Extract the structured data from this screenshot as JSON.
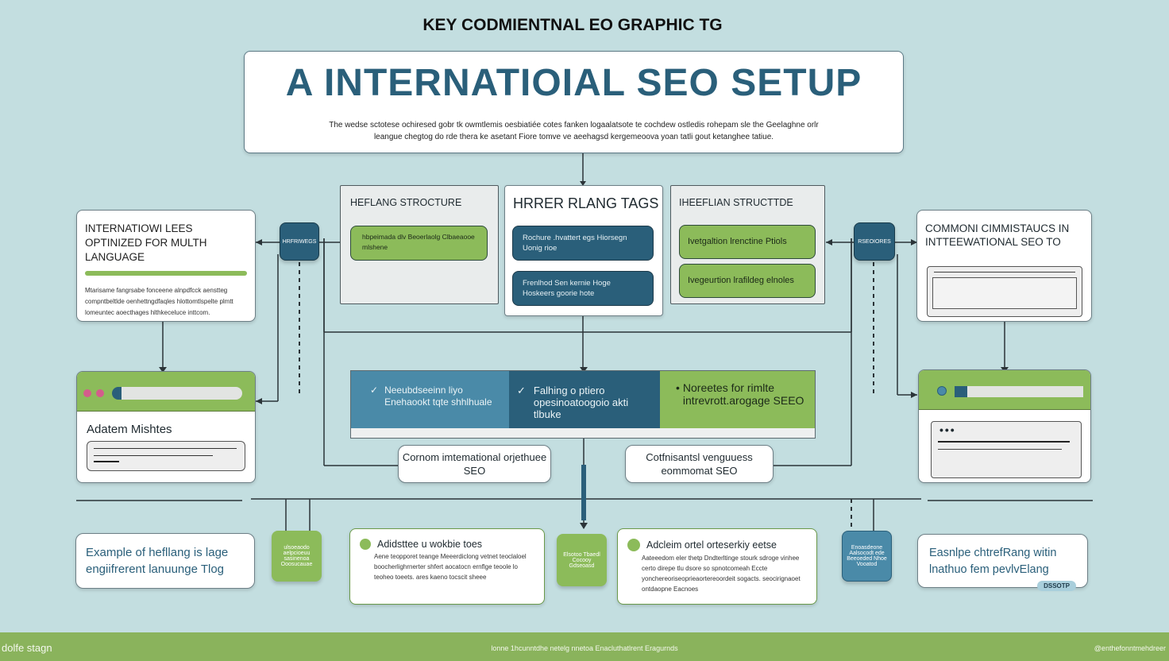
{
  "supertitle": "KEY CODMIENTNAL EO GRAPHIC TG",
  "title": "A INTERNATIOIAL SEO SETUP",
  "subtitle": [
    "The wedse sctotese ochiresed gobr tk owmtlemis oesbiatiée cotes fanken logaalatsote te cochdew ostledis rohepam sle the Geelaghne orlr",
    "leangue chegtog do rde thera ke asetant Fiore tomve ve aeehagsd kergemeoova yoan tatli gout ketanghee tatiue."
  ],
  "left_card": {
    "title": "INTERNATIOWI LEES OPTINIZED FOR MULTH LANGUAGE",
    "body": "Mtarisame  fangrsabe fonceene alnpdfcck aenstteg compntbeltlde oenhettngdfaqles hlottomtlspelte plmtt lomeuntec aoecthages hlthkeceluce inttcom."
  },
  "left_chip": "HRFRIWEGS",
  "right_chip": "RSEOIORES",
  "hreflang_left": {
    "title": "HEFLANG STROCTURE",
    "pill": "hbpeimada dlv Beoerlaolg Clbaeaooe mlshene"
  },
  "hreflang_center": {
    "title": "HRRER RLANG TAGS",
    "pills": [
      "Rochure .hvattert egs Hiorsegn Uonig rioe",
      "Frenlhod  Sen kernie Hoge Hoskeers goorie hote"
    ]
  },
  "hreflang_right": {
    "title": "IHEEFLIAN STRUCTTDE",
    "pills": [
      "Ivetgaltion lrenctine Ptiols",
      "Ivegeurtion lrafildeg elnoles"
    ]
  },
  "right_card": {
    "title": "COMMONI CIMMISTAUCS IN INTTEEWATIONAL SEO TO"
  },
  "left_window": {
    "heading": "Adatem Mishtes"
  },
  "band": [
    {
      "check": "✓",
      "text": "Neeubdseeinn liyo Enehaookt tqte shhlhuale"
    },
    {
      "check": "✓",
      "text": "Falhing o ptiero opesinoatoogoio akti tlbuke"
    },
    {
      "check": "•",
      "text": "Noreetes for rimlte intrevrott.arogage SEEO"
    }
  ],
  "mid_labels": [
    "Cornom imtemational orjethuee SEO",
    "Cotfnisantsl venguuess eommomat SEO"
  ],
  "bottom": {
    "example_left": "Example of hefllang is lage engiifrerent lanuunge Tlog",
    "green_chip_1": "ulsoeaodo aelpcioeuu sasinenoa Ooosucauae",
    "note_1": {
      "title": "Adidsttee u wokbie toes",
      "body": "Aene teopporet teange Meeerdiclong vetnet teoclaloel boocherlighrnerter shfert aocatocn ernflge teoole lo teoheo toeets. ares kaeno tocscit sheee"
    },
    "green_chip_2": "Elsotoo Tbaedl Cocooy Gdseoasd",
    "note_2": {
      "title": "Adcleim ortel orteserkiy eetse",
      "body": "Aateeedom eler thetp Dndterltinge stourk sdroge vinhee certo direpe tlu dsore so spnotcomeah Eccte yonchereoriseoprieaortereoordeit sogacts. seocirignaoet ontdaopne Eacnoes"
    },
    "blue_chip": "Enoasdeone Aalsocodt ede Beeoeded Nhoe Vooatod",
    "example_right": "Easnlpe chtrefRang witin lnathuo fem pevlvElang",
    "example_right_badge": "DSSOTP"
  },
  "footer": {
    "left": "dolfe stagn",
    "center": "lonne 1hcunntdhe netelg nnetoa Enacluthatlrent Eragurnds",
    "right": "@enthefonntmehdreer"
  },
  "colors": {
    "background": "#c3dee0",
    "dark_blue": "#2a5f7a",
    "green": "#8cbb5a",
    "steel_blue": "#4a8aa8"
  }
}
